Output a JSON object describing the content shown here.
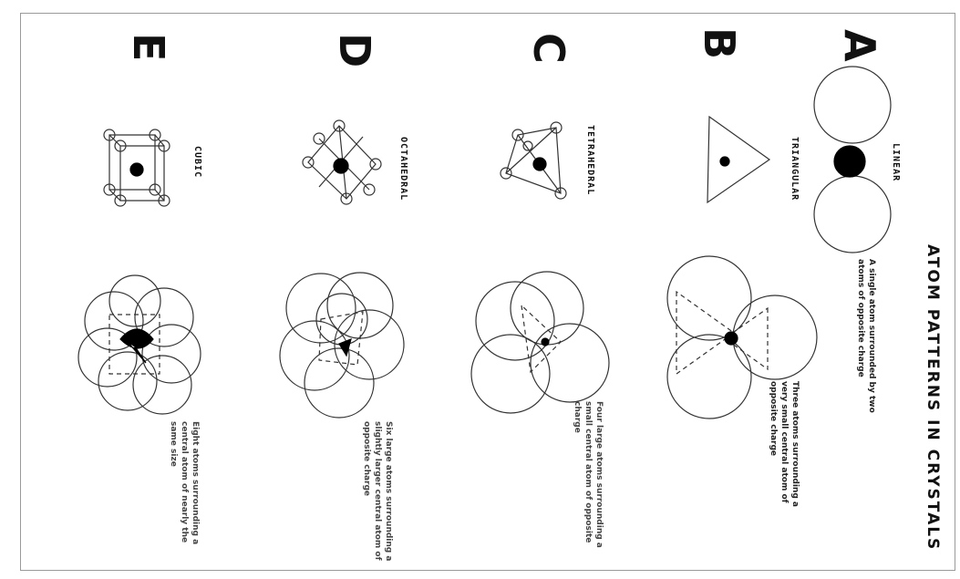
{
  "title": "ATOM PATTERNS IN CRYSTALS",
  "rows": [
    {
      "letter": "A",
      "label": "LINEAR",
      "description": "A single atom surrounded by two atoms of opposite charge"
    },
    {
      "letter": "B",
      "label": "TRIANGULAR",
      "description": "Three atoms surrounding a very small central atom of opposite charge"
    },
    {
      "letter": "C",
      "label": "TETRAHEDRAL",
      "description": "Four large atoms surrounding a small central atom of opposite charge"
    },
    {
      "letter": "D",
      "label": "OCTAHEDRAL",
      "description": "Six large atoms surrounding a slightly larger central atom of opposite charge"
    },
    {
      "letter": "E",
      "label": "CUBIC",
      "description": "Eight atoms surrounding a central atom of nearly the same size"
    }
  ]
}
